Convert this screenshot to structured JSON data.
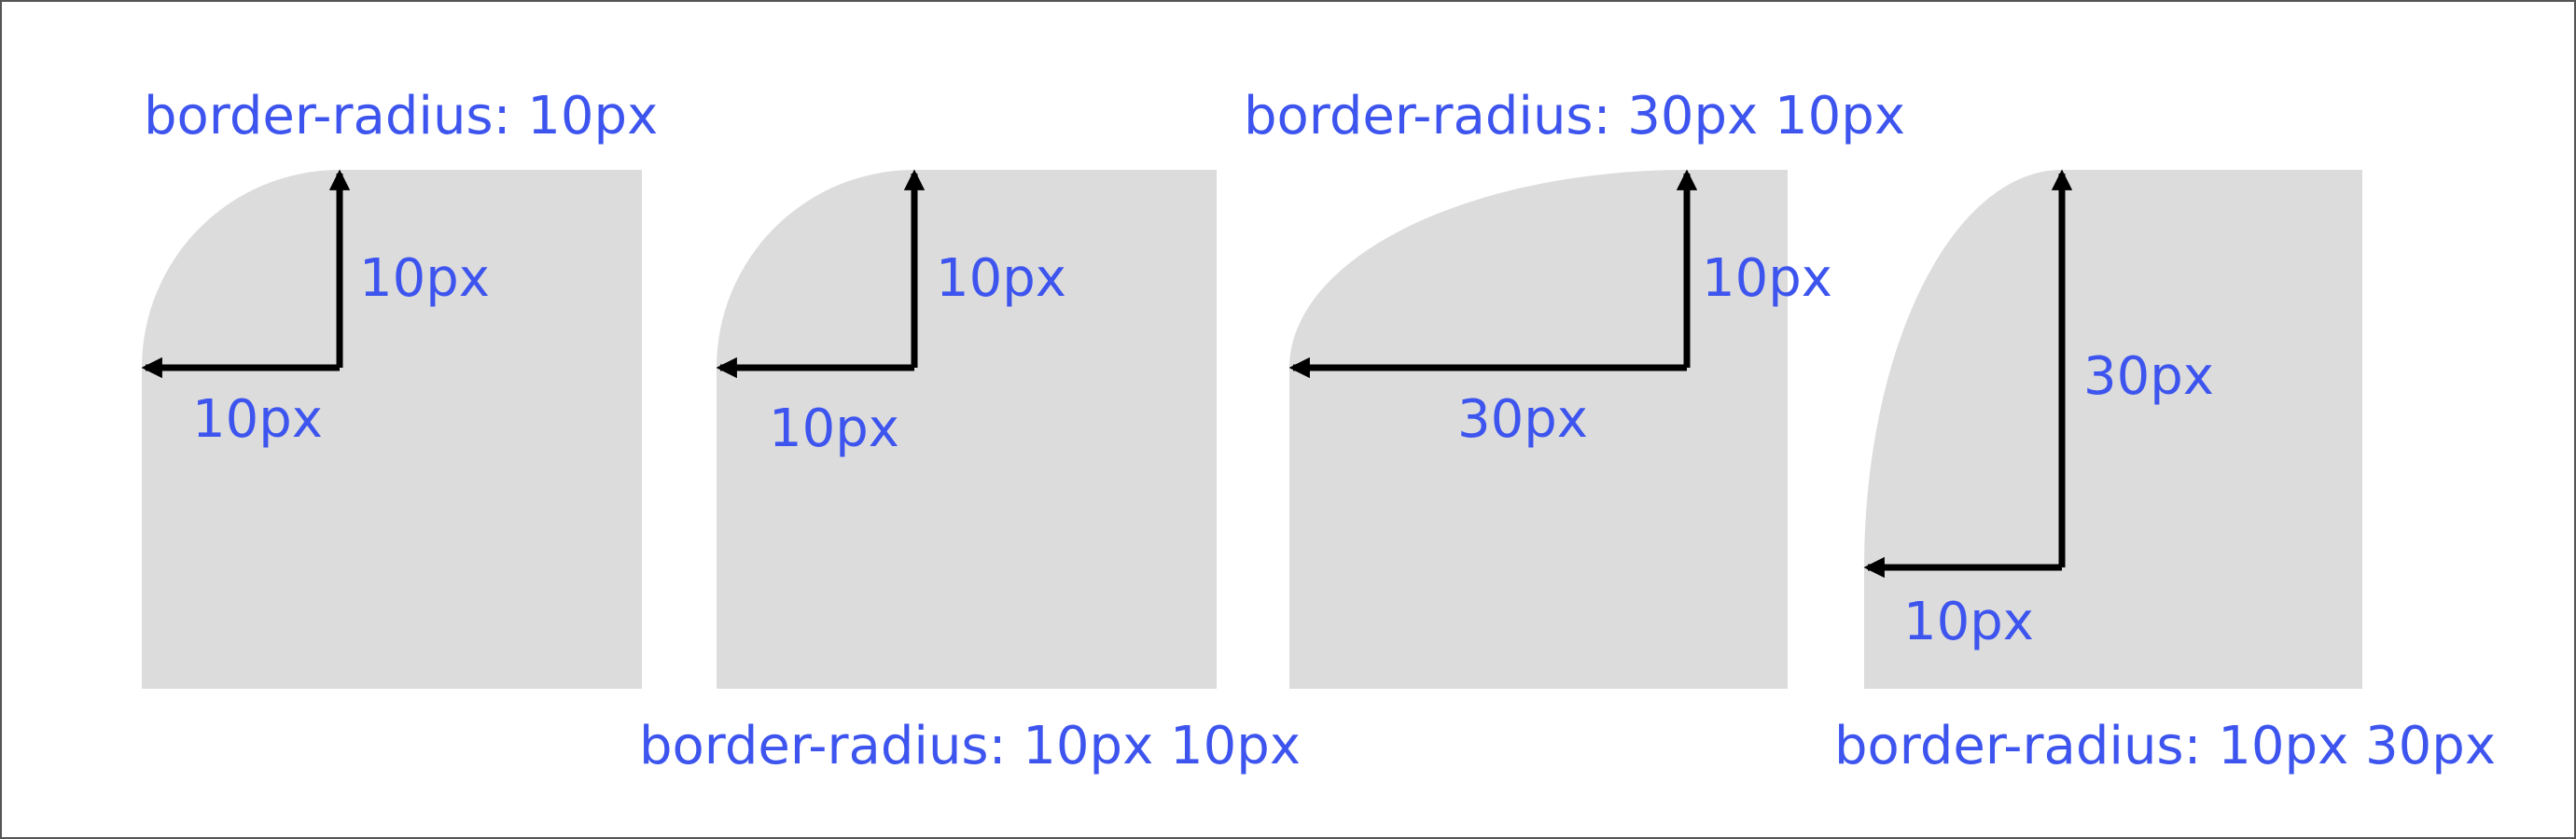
{
  "colors": {
    "label": "#3d55ee",
    "shape": "#dcdcdc",
    "arrow": "#000000"
  },
  "panels": [
    {
      "caption": "border-radius: 10px",
      "horizontal_label": "10px",
      "vertical_label": "10px"
    },
    {
      "caption": "border-radius: 10px 10px",
      "horizontal_label": "10px",
      "vertical_label": "10px"
    },
    {
      "caption": "border-radius: 30px 10px",
      "horizontal_label": "30px",
      "vertical_label": "10px"
    },
    {
      "caption": "border-radius: 10px 30px",
      "horizontal_label": "10px",
      "vertical_label": "30px"
    }
  ]
}
